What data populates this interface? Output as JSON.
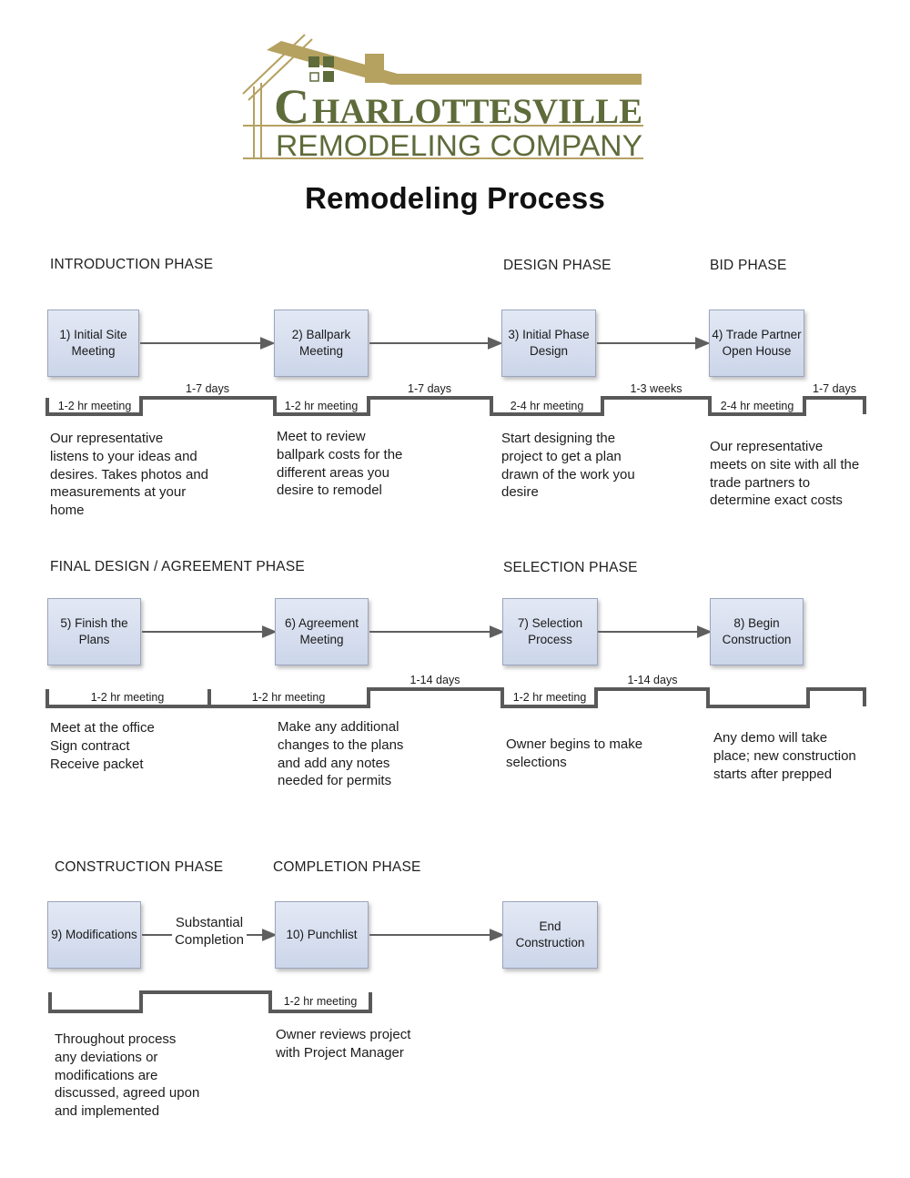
{
  "logo": {
    "name_initial": "C",
    "name_rest": "HARLOTTESVILLE",
    "subtitle": "REMODELING COMPANY"
  },
  "title": "Remodeling Process",
  "colors": {
    "olive": "#5e6b3a",
    "gold": "#b5a160",
    "timeline": "#595959",
    "arrow": "#5f5f5f",
    "box_border": "#9aa5bd",
    "box_fill_top": "#e3e8f4",
    "box_fill_bottom": "#ccd6ea"
  },
  "phases": [
    "INTRODUCTION PHASE",
    "DESIGN PHASE",
    "BID PHASE",
    "FINAL DESIGN / AGREEMENT PHASE",
    "SELECTION PHASE",
    "CONSTRUCTION PHASE",
    "COMPLETION PHASE"
  ],
  "steps": [
    {
      "label": "1) Initial Site\nMeeting",
      "meeting": "1-2 hr meeting",
      "description": "Our representative\nlistens to your ideas and\ndesires. Takes photos and\nmeasurements at your\nhome"
    },
    {
      "label": "2) Ballpark\nMeeting",
      "meeting": "1-2 hr meeting",
      "description": "Meet to review\nballpark costs for the\ndifferent areas you\ndesire to remodel"
    },
    {
      "label": "3) Initial Phase\nDesign",
      "meeting": "2-4 hr meeting",
      "description": "Start designing the\nproject to get a plan\ndrawn of the work you\ndesire"
    },
    {
      "label": "4) Trade Partner\nOpen House",
      "meeting": "2-4 hr meeting",
      "description": "Our representative\nmeets on site with all the\ntrade partners to\ndetermine exact costs"
    },
    {
      "label": "5) Finish the\nPlans",
      "meeting": "1-2 hr meeting",
      "description": "Meet at the office\nSign contract\nReceive packet"
    },
    {
      "label": "6) Agreement\nMeeting",
      "meeting": "1-2 hr meeting",
      "description": "Make any additional\nchanges to the plans\nand add any notes\nneeded for permits"
    },
    {
      "label": "7) Selection\nProcess",
      "meeting": "1-2 hr meeting",
      "description": "Owner begins to make\nselections"
    },
    {
      "label": "8) Begin\nConstruction",
      "description": "Any demo will take\nplace; new construction\nstarts after prepped"
    },
    {
      "label": "9) Modifications",
      "description": "Throughout process\nany deviations or\nmodifications are\ndiscussed, agreed upon\nand implemented"
    },
    {
      "label": "10) Punchlist",
      "meeting": "1-2 hr meeting",
      "description": "Owner reviews project\nwith Project Manager"
    },
    {
      "label": "End\nConstruction"
    }
  ],
  "durations": [
    "1-7 days",
    "1-7 days",
    "1-3 weeks",
    "1-7 days",
    "1-14 days",
    "1-14 days"
  ],
  "arrow_note": "Substantial\nCompletion"
}
